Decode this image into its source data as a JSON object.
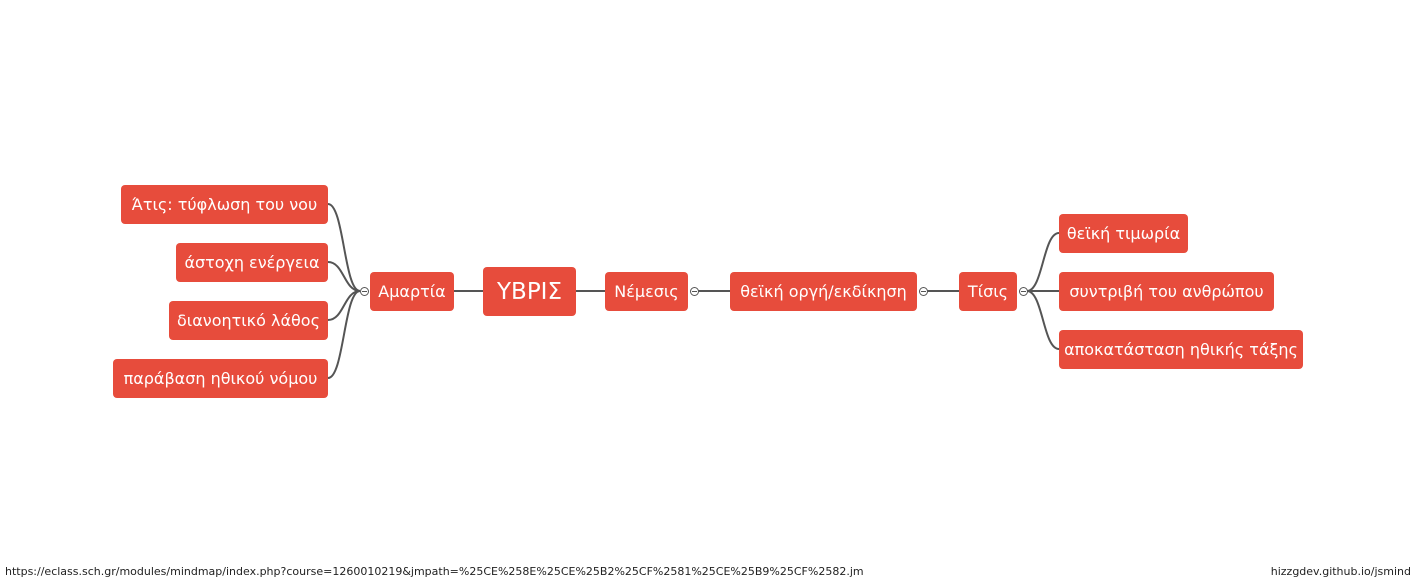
{
  "theme": {
    "node_color": "#e74c3c",
    "line_color": "#555555",
    "background": "#ffffff"
  },
  "mindmap": {
    "root": {
      "id": "root",
      "label": "ΥΒΡΙΣ"
    },
    "left": [
      {
        "id": "amartia",
        "label": "Αμαρτία",
        "children": [
          {
            "id": "atis",
            "label": "Άτις: τύφλωση του νου"
          },
          {
            "id": "astoxi",
            "label": "άστοχη ενέργεια"
          },
          {
            "id": "dianoitiko",
            "label": "διανοητικό λάθος"
          },
          {
            "id": "paravasi",
            "label": "παράβαση ηθικού νόμου"
          }
        ]
      }
    ],
    "right": [
      {
        "id": "nemesis",
        "label": "Νέμεσις",
        "children": [
          {
            "id": "orgi",
            "label": "θεϊκή οργή/εκδίκηση",
            "children": [
              {
                "id": "tisis",
                "label": "Τίσις",
                "children": [
                  {
                    "id": "timoria",
                    "label": "θεϊκή τιμωρία"
                  },
                  {
                    "id": "syntrivi",
                    "label": "συντριβή του ανθρώπου"
                  },
                  {
                    "id": "apokatastasi",
                    "label": "αποκατάσταση ηθικής τάξης"
                  }
                ]
              }
            ]
          }
        ]
      }
    ]
  },
  "footer": {
    "url": "https://eclass.sch.gr/modules/mindmap/index.php?course=1260010219&jmpath=%25CE%258E%25CE%25B2%25CF%2581%25CE%25B9%25CF%2582.jm",
    "credit": "hizzgdev.github.io/jsmind"
  }
}
